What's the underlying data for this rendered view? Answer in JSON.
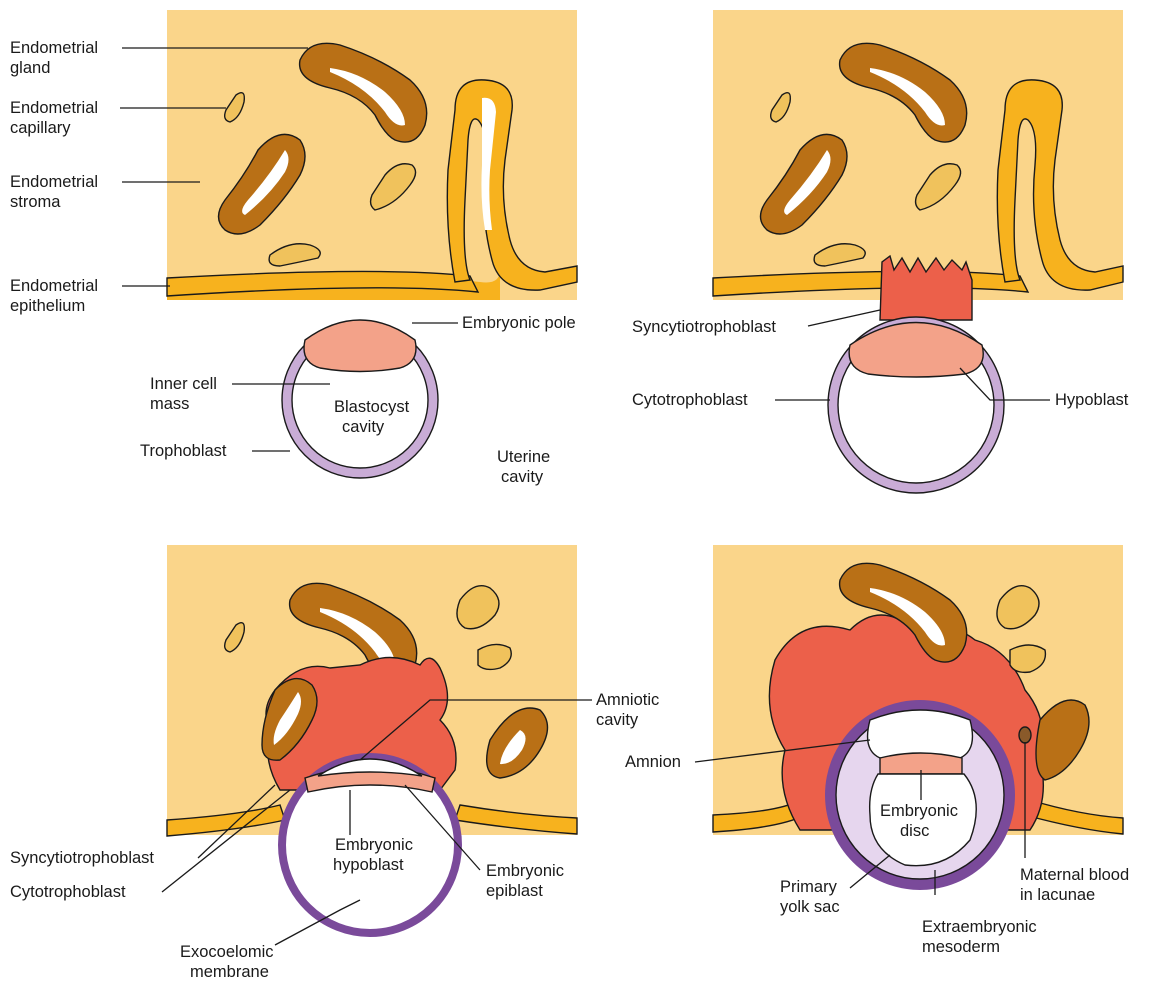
{
  "colors": {
    "stroma": "#fad58a",
    "epithelium": "#f7b21e",
    "gland": "#b97016",
    "capillary": "#f0c25c",
    "trophoblast": "#c9acd6",
    "inner_cell_mass": "#f3a289",
    "syncytiotrophoblast": "#ec604a",
    "mesoderm": "#e6d6ee",
    "dark_membrane": "#7a4a9a",
    "outline": "#1a1a1a"
  },
  "panel_a": {
    "endometrial_gland": [
      "Endometrial",
      "gland"
    ],
    "endometrial_capillary": [
      "Endometrial",
      "capillary"
    ],
    "endometrial_stroma": [
      "Endometrial",
      "stroma"
    ],
    "endometrial_epithelium": [
      "Endometrial",
      "epithelium"
    ],
    "embryonic_pole": "Embryonic pole",
    "inner_cell_mass": [
      "Inner cell",
      "mass"
    ],
    "blastocyst_cavity": [
      "Blastocyst",
      "cavity"
    ],
    "trophoblast": "Trophoblast",
    "uterine_cavity": [
      "Uterine",
      "cavity"
    ]
  },
  "panel_b": {
    "syncytiotrophoblast": "Syncytiotrophoblast",
    "cytotrophoblast": "Cytotrophoblast",
    "hypoblast": "Hypoblast"
  },
  "panel_c": {
    "amniotic_cavity": [
      "Amniotic",
      "cavity"
    ],
    "syncytiotrophoblast": "Syncytiotrophoblast",
    "cytotrophoblast": "Cytotrophoblast",
    "embryonic_hypoblast": [
      "Embryonic",
      "hypoblast"
    ],
    "embryonic_epiblast": [
      "Embryonic",
      "epiblast"
    ],
    "exocoelomic_membrane": [
      "Exocoelomic",
      "membrane"
    ]
  },
  "panel_d": {
    "amnion": "Amnion",
    "embryonic_disc": [
      "Embryonic",
      "disc"
    ],
    "primary_yolk_sac": [
      "Primary",
      "yolk sac"
    ],
    "extraembryonic_mesoderm": [
      "Extraembryonic",
      "mesoderm"
    ],
    "maternal_blood": [
      "Maternal blood",
      "in lacunae"
    ]
  }
}
